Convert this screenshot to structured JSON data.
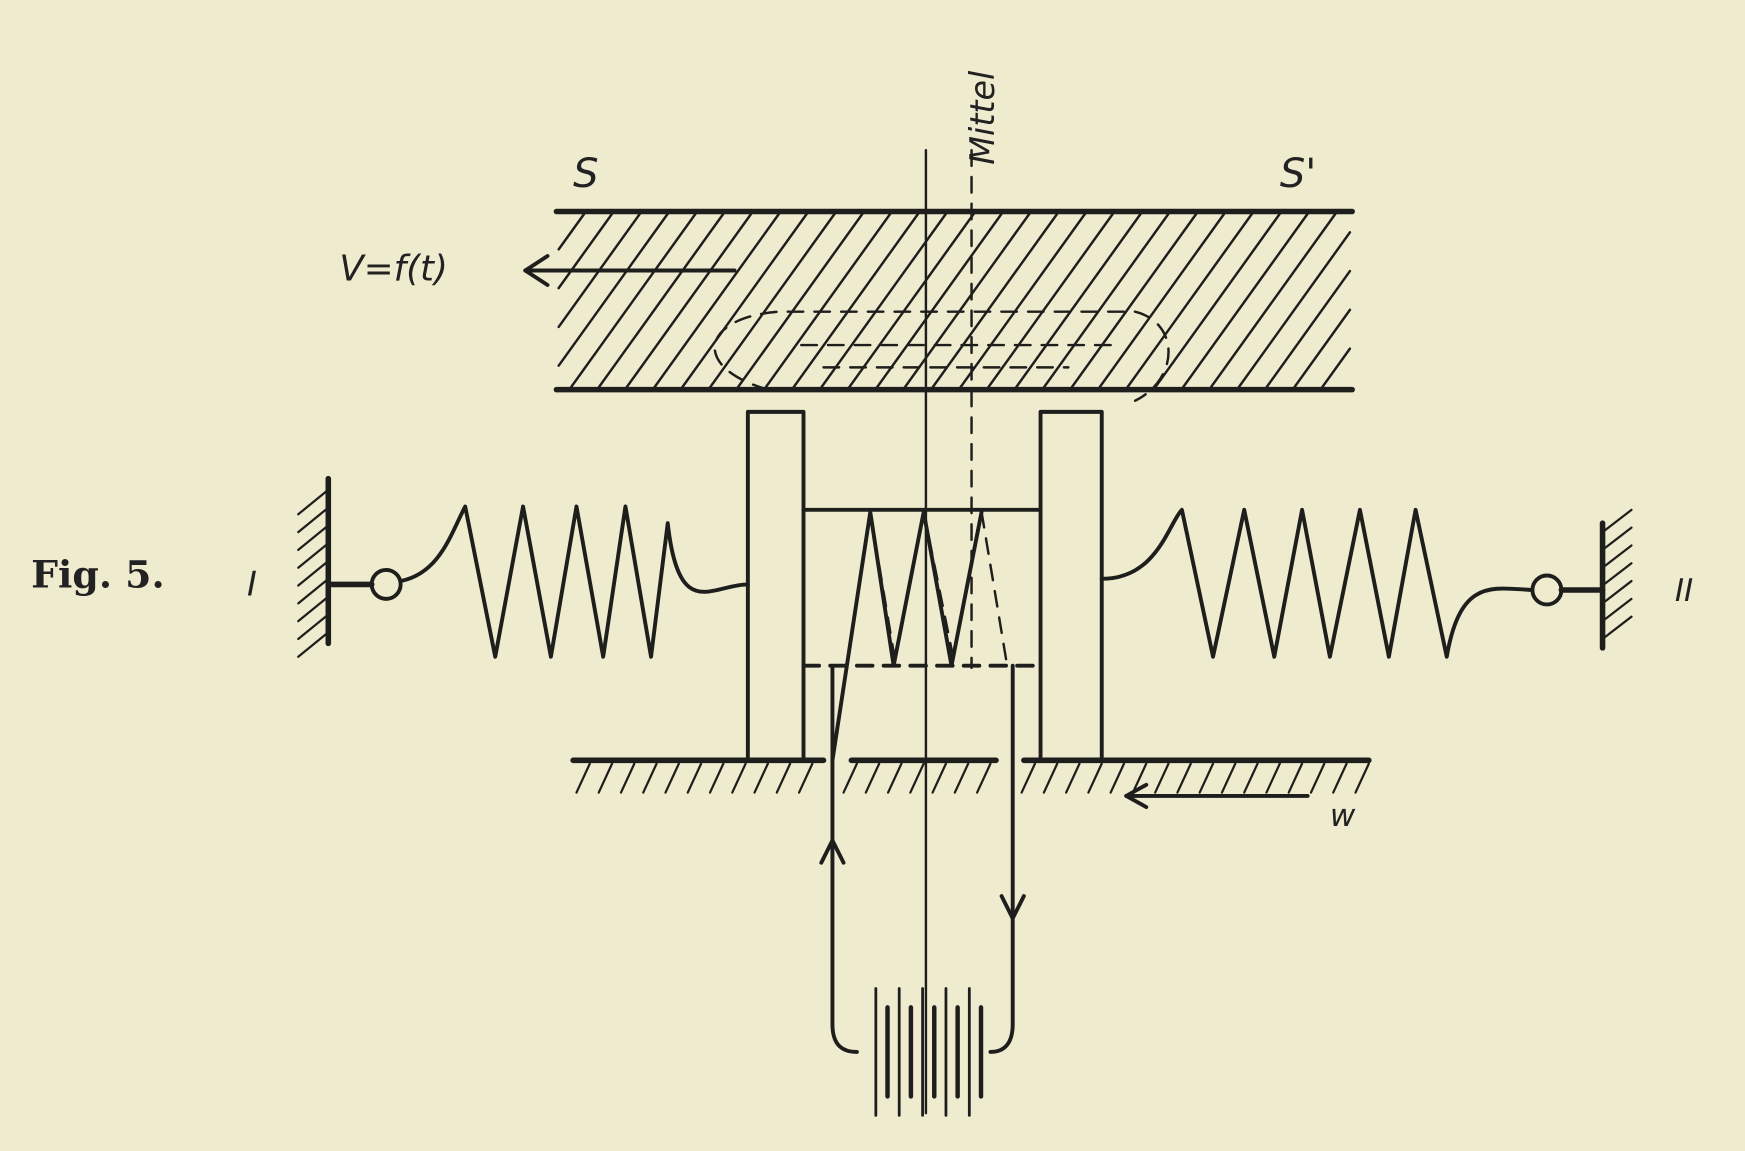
{
  "figure": {
    "fig_label": "Fig. 5.",
    "left_wall_label": "I",
    "right_wall_label": "II",
    "plate_left_label": "S",
    "plate_right_label": "S'",
    "center_line_label": "Mittel",
    "plate_velocity_label": "V=f(t)",
    "base_velocity_label": "w"
  },
  "colors": {
    "paper": "#efebcf",
    "ink": "#1e1e1c"
  }
}
